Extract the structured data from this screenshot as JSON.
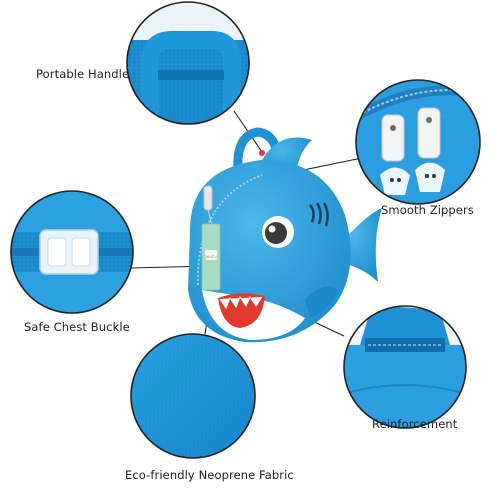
{
  "callouts": {
    "handle": "Portable Handle",
    "zippers": "Smooth Zippers",
    "buckle": "Safe Chest Buckle",
    "reinforcement": "Reinforcement",
    "fabric": "Eco-friendly Neoprene Fabric"
  },
  "tag": {
    "brand": "Jeutu"
  },
  "colors": {
    "body": "#2aa1dd",
    "belly": "#ffffff",
    "mouth": "#e23a2e",
    "webbing": "#1a8fd3",
    "tag": "#a9dcc5",
    "connector": "#222222",
    "marker": "#e8353a"
  }
}
